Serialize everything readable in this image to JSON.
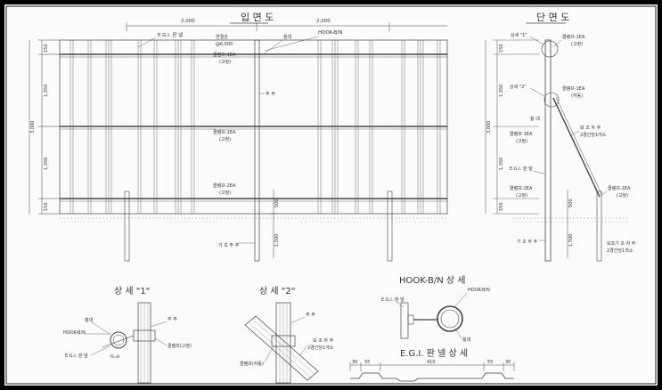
{
  "elevation": {
    "title": "입 면 도",
    "dim_top_left": "2,000",
    "dim_top_right": "2,000",
    "dim_left": [
      "150",
      "1,350",
      "3,000",
      "1,350",
      "150"
    ],
    "dim_post_top": "500",
    "dim_post_bottom": "1,500",
    "labels": {
      "egi_panel": "E.G.I. 판 넬",
      "joint_pipe": "연결관",
      "joint_pipe_spec": "@6,000",
      "hook_bn": "HOOK-B/N",
      "rail": "횡대",
      "clamp_1ea": "클램프-1EA",
      "fixed": "(고정)",
      "main_post": "주 주",
      "clamp_1ea_mid": "클램프-1EA",
      "fixed_mid": "(고정)",
      "clamp_2ea": "클램프-2EA",
      "fixed_low": "(고정)",
      "foundation_post": "기 초 주 주"
    }
  },
  "section": {
    "title": "단 면 도",
    "dim_left": [
      "150",
      "1,350",
      "3,000",
      "1,350",
      "150"
    ],
    "dim_post_top": "500",
    "dim_post_bottom": "1,500",
    "labels": {
      "detail1": "상세 \"1\"",
      "clamp_1ea": "클램프-1EA",
      "fixed": "(고정)",
      "detail2": "상세 \"2\"",
      "clamp_1ea_b": "클램프-1EA",
      "free": "(자동)",
      "rail": "횡 대",
      "aux_post": "보 조 자 주",
      "aux_post_spec": "2경간당1개소",
      "clamp_mid": "클램프-1EA",
      "fixed_mid": "(고정)",
      "egi_panel": "E.G.I. 판 넬",
      "clamp_2ea": "클램프-2EA",
      "fixed_low": "(고정)",
      "clamp_1ea_right": "클램프-1EA",
      "fixed_right": "(고정)",
      "foundation_post": "기 초 주 주",
      "aux_foundation": "보조기 초 자 주",
      "aux_foundation_spec": "2경간당1개소"
    }
  },
  "detail1": {
    "title": "상 세 \"1\"",
    "labels": {
      "rail": "횡대",
      "hook_bn": "HOOK-B/N",
      "egi_panel": "E.G.I. 판 넬",
      "main_post": "주 주",
      "clamp": "클램프(고정)",
      "small": "*B=N"
    }
  },
  "detail2": {
    "title": "상 세 \"2\"",
    "labels": {
      "main_post": "주 주",
      "aux_post": "보 조 자 주",
      "aux_post_spec": "2경간당1개소",
      "clamp": "클램프(자동)"
    }
  },
  "hook_detail": {
    "title": "HOOK-B/N 상 세",
    "labels": {
      "egi_panel": "E.G.I. 판 넬",
      "hook_bn": "HOOK-B/N",
      "rail": "횡대"
    }
  },
  "panel_detail": {
    "title": "E.G.I. 판 넬 상 세",
    "dims": [
      "30",
      "55",
      "410",
      "55",
      "30"
    ]
  }
}
